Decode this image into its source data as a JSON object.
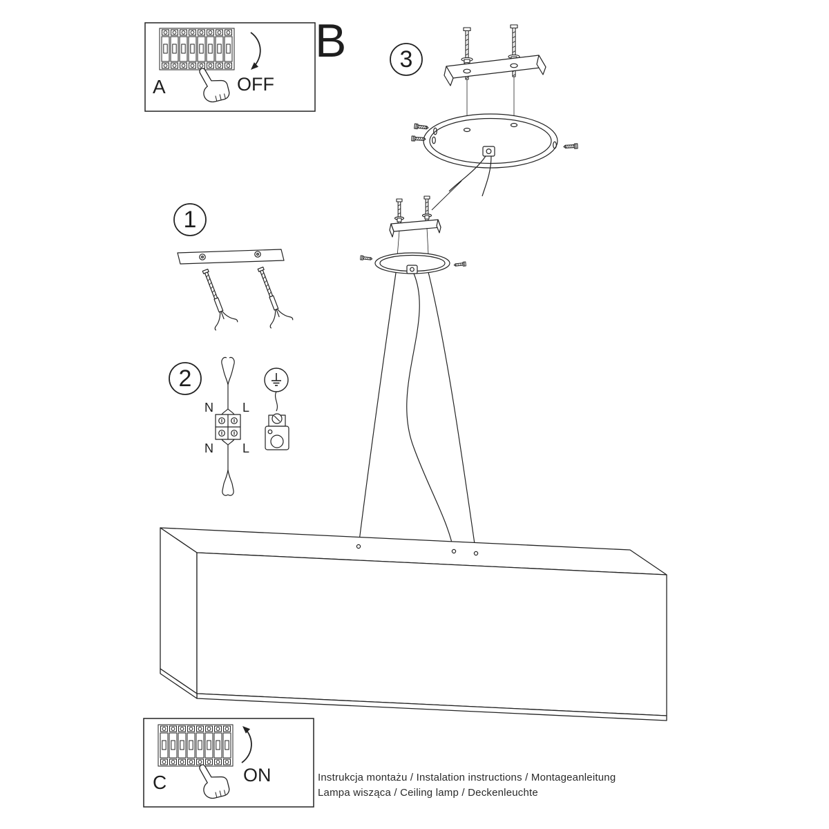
{
  "panels": {
    "a": {
      "label": "A",
      "action": "OFF"
    },
    "b": {
      "label": "B"
    },
    "c": {
      "label": "C",
      "action": "ON"
    }
  },
  "steps": {
    "one": "1",
    "two": "2",
    "three": "3"
  },
  "wiring": {
    "top_n": "N",
    "top_l": "L",
    "bottom_n": "N",
    "bottom_l": "L"
  },
  "footer": {
    "line1": "Instrukcja montażu / Instalation instructions / Montageanleitung",
    "line2": "Lampa wisząca / Ceiling lamp / Deckenleuchte"
  }
}
